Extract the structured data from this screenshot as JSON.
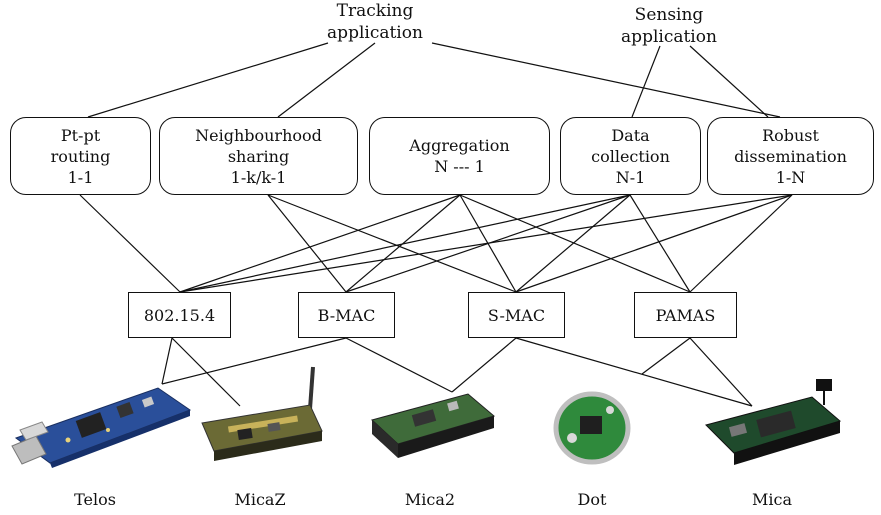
{
  "applications": [
    {
      "id": "tracking",
      "line1": "Tracking",
      "line2": "application"
    },
    {
      "id": "sensing",
      "line1": "Sensing",
      "line2": "application"
    }
  ],
  "protocols": [
    {
      "id": "pt-pt",
      "lines": [
        "Pt-pt",
        "routing",
        "1-1"
      ]
    },
    {
      "id": "neighbourhood",
      "lines": [
        "Neighbourhood",
        "sharing",
        "1-k/k-1"
      ]
    },
    {
      "id": "aggregation",
      "lines": [
        "Aggregation",
        "N --- 1"
      ]
    },
    {
      "id": "data-collection",
      "lines": [
        "Data",
        "collection",
        "N-1"
      ]
    },
    {
      "id": "robust",
      "lines": [
        "Robust",
        "dissemination",
        "1-N"
      ]
    }
  ],
  "macs": [
    {
      "id": "802154",
      "label": "802.15.4"
    },
    {
      "id": "bmac",
      "label": "B-MAC"
    },
    {
      "id": "smac",
      "label": "S-MAC"
    },
    {
      "id": "pamas",
      "label": "PAMAS"
    }
  ],
  "devices": [
    {
      "id": "telos",
      "label": "Telos"
    },
    {
      "id": "micaz",
      "label": "MicaZ"
    },
    {
      "id": "mica2",
      "label": "Mica2"
    },
    {
      "id": "dot",
      "label": "Dot"
    },
    {
      "id": "mica",
      "label": "Mica"
    }
  ],
  "connections": {
    "app_to_protocol": [
      [
        "tracking",
        "pt-pt"
      ],
      [
        "tracking",
        "neighbourhood"
      ],
      [
        "tracking",
        "robust"
      ],
      [
        "sensing",
        "data-collection"
      ],
      [
        "sensing",
        "robust"
      ]
    ],
    "protocol_to_mac": [
      [
        "pt-pt",
        "802154"
      ],
      [
        "neighbourhood",
        "bmac"
      ],
      [
        "neighbourhood",
        "smac"
      ],
      [
        "aggregation",
        "802154"
      ],
      [
        "aggregation",
        "bmac"
      ],
      [
        "aggregation",
        "smac"
      ],
      [
        "aggregation",
        "pamas"
      ],
      [
        "data-collection",
        "802154"
      ],
      [
        "data-collection",
        "bmac"
      ],
      [
        "data-collection",
        "smac"
      ],
      [
        "data-collection",
        "pamas"
      ],
      [
        "robust",
        "802154"
      ],
      [
        "robust",
        "smac"
      ],
      [
        "robust",
        "pamas"
      ]
    ],
    "mac_to_device": [
      [
        "802154",
        "telos"
      ],
      [
        "802154",
        "micaz"
      ],
      [
        "bmac",
        "telos"
      ],
      [
        "bmac",
        "mica2"
      ],
      [
        "smac",
        "mica2"
      ],
      [
        "smac",
        "mica"
      ],
      [
        "pamas",
        "dot"
      ],
      [
        "pamas",
        "mica"
      ]
    ]
  }
}
